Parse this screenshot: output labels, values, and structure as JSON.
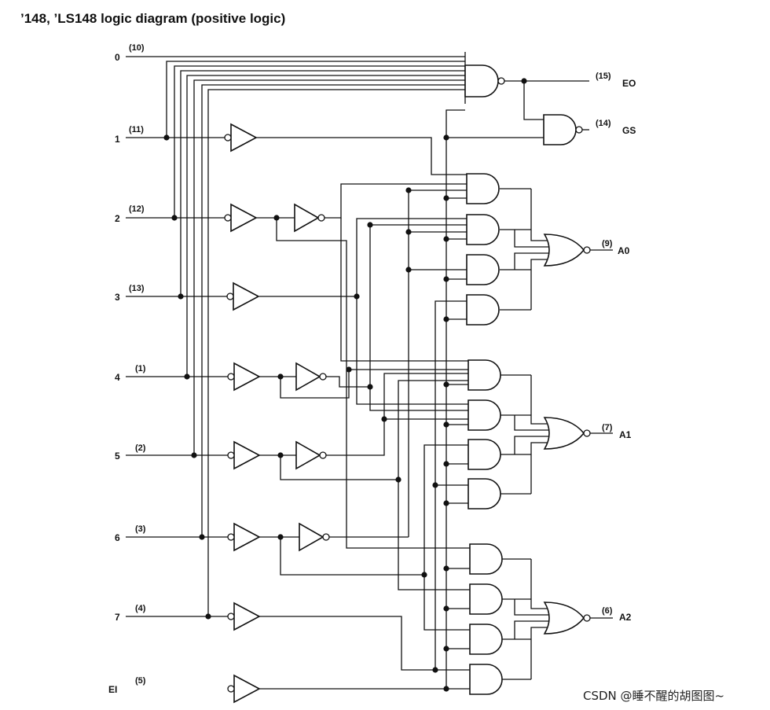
{
  "title": "’148, ’LS148 logic diagram (positive logic)",
  "inputs": [
    {
      "name": "0",
      "pin": "(10)"
    },
    {
      "name": "1",
      "pin": "(11)"
    },
    {
      "name": "2",
      "pin": "(12)"
    },
    {
      "name": "3",
      "pin": "(13)"
    },
    {
      "name": "4",
      "pin": "(1)"
    },
    {
      "name": "5",
      "pin": "(2)"
    },
    {
      "name": "6",
      "pin": "(3)"
    },
    {
      "name": "7",
      "pin": "(4)"
    },
    {
      "name": "EI",
      "pin": "(5)"
    }
  ],
  "outputs": [
    {
      "name": "EO",
      "pin": "(15)"
    },
    {
      "name": "GS",
      "pin": "(14)"
    },
    {
      "name": "A0",
      "pin": "(9)"
    },
    {
      "name": "A1",
      "pin": "(7)"
    },
    {
      "name": "A2",
      "pin": "(6)"
    }
  ],
  "watermark": "CSDN @睡不醒的胡图图~"
}
